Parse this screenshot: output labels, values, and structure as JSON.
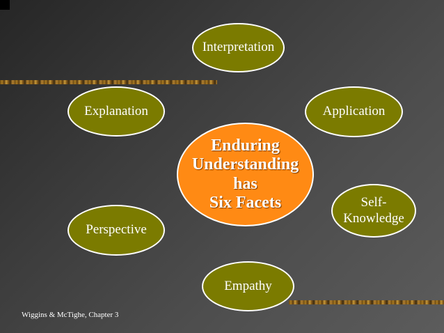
{
  "diagram": {
    "center": {
      "text": "Enduring\nUnderstanding\nhas\nSix Facets"
    },
    "facets": [
      {
        "label": "Interpretation"
      },
      {
        "label": "Explanation"
      },
      {
        "label": "Application"
      },
      {
        "label": "Self-\nKnowledge"
      },
      {
        "label": "Perspective"
      },
      {
        "label": "Empathy"
      }
    ]
  },
  "footer": {
    "text": "Wiggins & McTighe, Chapter 3"
  },
  "colors": {
    "facet_fill": "#7b7b00",
    "center_fill": "#ff8a14",
    "outline": "#ffffff",
    "background": "#3c3c3c"
  }
}
